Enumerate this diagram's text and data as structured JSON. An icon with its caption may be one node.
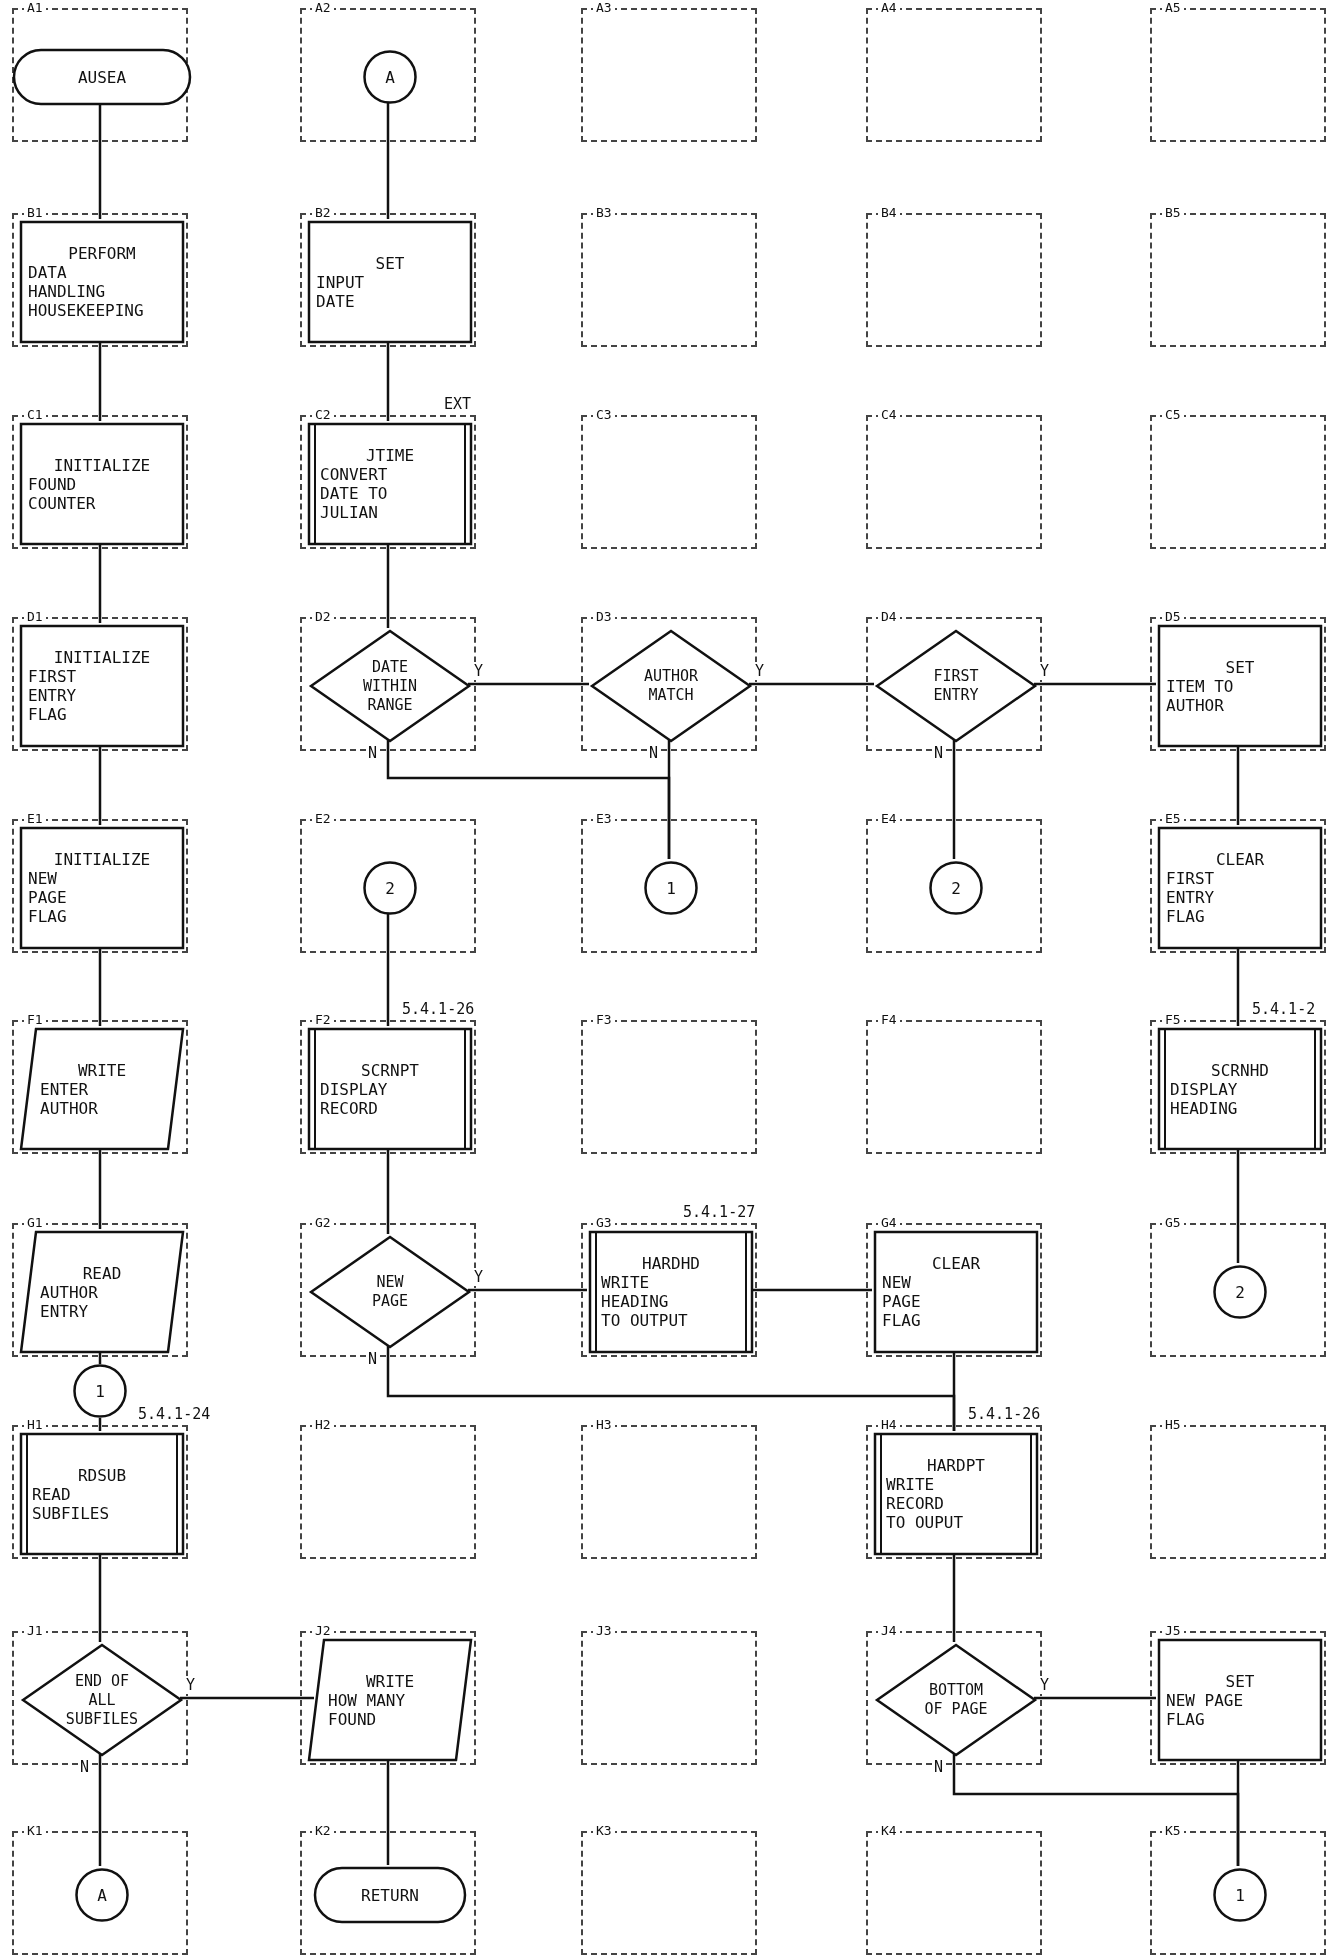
{
  "diagram": {
    "nodes": [
      {
        "text": [
          "A1"
        ]
      },
      {
        "text": [
          "AUSEA"
        ],
        "in": 0
      },
      {
        "text": [
          "A2"
        ]
      },
      {
        "text": [
          "A"
        ],
        "in": 2
      },
      {
        "text": [
          "A3"
        ]
      },
      {
        "text": [
          "A4"
        ]
      },
      {
        "text": [
          "A5"
        ]
      },
      {
        "text": [
          "B1"
        ]
      },
      {
        "text": [
          "PERFORM",
          "DATA HANDLING HOUSEKEEPING"
        ],
        "in": 7
      },
      {
        "text": [
          "B2"
        ]
      },
      {
        "text": [
          "SET",
          "INPUT DATE"
        ],
        "in": 9
      },
      {
        "text": [
          "B3"
        ]
      },
      {
        "text": [
          "B4"
        ]
      },
      {
        "text": [
          "B5"
        ]
      },
      {
        "text": [
          "C1"
        ]
      },
      {
        "text": [
          "INITIALIZE",
          "FOUND COUNTER"
        ],
        "in": 14
      },
      {
        "text": [
          "C2"
        ]
      },
      {
        "text": [
          "JTIME",
          "CONVERT DATE TO JULIAN"
        ],
        "in": 16,
        "beside": [
          "EXT"
        ]
      },
      {
        "text": [
          "C3"
        ]
      },
      {
        "text": [
          "C4"
        ]
      },
      {
        "text": [
          "C5"
        ]
      },
      {
        "text": [
          "D1"
        ]
      },
      {
        "text": [
          "INITIALIZE",
          "FIRST ENTRY FLAG"
        ],
        "in": 21
      },
      {
        "text": [
          "D2"
        ]
      },
      {
        "text": [
          "DATE WITHIN RANGE"
        ],
        "in": 23
      },
      {
        "text": [
          "D3"
        ]
      },
      {
        "text": [
          "AUTHOR MATCH"
        ],
        "in": 25
      },
      {
        "text": [
          "D4"
        ]
      },
      {
        "text": [
          "FIRST ENTRY"
        ],
        "in": 27
      },
      {
        "text": [
          "D5"
        ]
      },
      {
        "text": [
          "SET",
          "ITEM TO AUTHOR"
        ],
        "in": 29
      },
      {
        "text": [
          "E1"
        ]
      },
      {
        "text": [
          "INITIALIZE",
          "NEW PAGE FLAG"
        ],
        "in": 31
      },
      {
        "text": [
          "E2"
        ]
      },
      {
        "text": [
          "2"
        ],
        "in": 33
      },
      {
        "text": [
          "E3"
        ]
      },
      {
        "text": [
          "1"
        ],
        "in": 35
      },
      {
        "text": [
          "E4"
        ]
      },
      {
        "text": [
          "2"
        ],
        "in": 37
      },
      {
        "text": [
          "E5"
        ]
      },
      {
        "text": [
          "CLEAR",
          "FIRST ENTRY FLAG"
        ],
        "in": 39
      },
      {
        "text": [
          "F1"
        ]
      },
      {
        "text": [
          "WRITE",
          "ENTER AUTHOR"
        ],
        "in": 41
      },
      {
        "text": [
          "F2"
        ]
      },
      {
        "text": [
          "SCRNPT",
          "DISPLAY RECORD"
        ],
        "in": 43,
        "beside": [
          "5.4.1-26"
        ]
      },
      {
        "text": [
          "F3"
        ]
      },
      {
        "text": [
          "F4"
        ]
      },
      {
        "text": [
          "F5"
        ]
      },
      {
        "text": [
          "SCRNHD",
          "DISPLAY HEADING"
        ],
        "in": 47,
        "beside": [
          "5.4.1-2"
        ]
      },
      {
        "text": [
          "G1"
        ]
      },
      {
        "text": [
          "READ",
          "AUTHOR ENTRY"
        ],
        "in": 49
      },
      {
        "text": [
          "G2"
        ]
      },
      {
        "text": [
          "NEW PAGE"
        ],
        "in": 51
      },
      {
        "text": [
          "G3"
        ]
      },
      {
        "text": [
          "HARDHD",
          "WRITE HEADING TO OUTPUT"
        ],
        "in": 53,
        "beside": [
          "5.4.1-27"
        ]
      },
      {
        "text": [
          "G4"
        ]
      },
      {
        "text": [
          "CLEAR",
          "NEW PAGE FLAG"
        ],
        "in": 55
      },
      {
        "text": [
          "G5"
        ]
      },
      {
        "text": [
          "2"
        ],
        "in": 57
      },
      {
        "text": [
          "1"
        ]
      },
      {
        "text": [
          "H1"
        ]
      },
      {
        "text": [
          "RDSUB",
          "READ SUBFILES"
        ],
        "in": 60,
        "beside": [
          "5.4.1-24"
        ]
      },
      {
        "text": [
          "H2"
        ]
      },
      {
        "text": [
          "H3"
        ]
      },
      {
        "text": [
          "H4"
        ]
      },
      {
        "text": [
          "HARDPT",
          "WRITE RECORD TO OUPUT"
        ],
        "in": 64,
        "beside": [
          "5.4.1-26"
        ]
      },
      {
        "text": [
          "H5"
        ]
      },
      {
        "text": [
          "J1"
        ]
      },
      {
        "text": [
          "END OF ALL SUBFILES"
        ],
        "in": 67
      },
      {
        "text": [
          "J2"
        ]
      },
      {
        "text": [
          "WRITE",
          "HOW MANY FOUND"
        ],
        "in": 69
      },
      {
        "text": [
          "J3"
        ]
      },
      {
        "text": [
          "J4"
        ]
      },
      {
        "text": [
          "BOTTOM OF PAGE"
        ],
        "in": 72
      },
      {
        "text": [
          "J5"
        ]
      },
      {
        "text": [
          "SET",
          "NEW PAGE FLAG"
        ],
        "in": 74
      },
      {
        "text": [
          "K1"
        ]
      },
      {
        "text": [
          "A"
        ],
        "in": 76
      },
      {
        "text": [
          "K2"
        ]
      },
      {
        "text": [
          "RETURN"
        ],
        "in": 78
      },
      {
        "text": [
          "K3"
        ]
      },
      {
        "text": [
          "K4"
        ]
      },
      {
        "text": [
          "K5"
        ]
      },
      {
        "text": [
          "1"
        ],
        "in": 82
      }
    ],
    "edges": [
      {
        "from": 1,
        "to": 8,
        "arrow": "none"
      },
      {
        "from": 8,
        "to": 15,
        "arrow": "none"
      },
      {
        "from": 15,
        "to": 22,
        "arrow": "none"
      },
      {
        "from": 22,
        "to": 32,
        "arrow": "none"
      },
      {
        "from": 32,
        "to": 42,
        "arrow": "none"
      },
      {
        "from": 42,
        "to": 50,
        "arrow": "none"
      },
      {
        "from": 50,
        "to": 59,
        "arrow": "none"
      },
      {
        "from": 59,
        "to": 61,
        "arrow": "none"
      },
      {
        "from": 61,
        "to": 68,
        "arrow": "none"
      },
      {
        "from": 68,
        "to": 70,
        "arrow": "none",
        "label": "Y"
      },
      {
        "from": 68,
        "to": 77,
        "arrow": "none",
        "label": "N"
      },
      {
        "from": 70,
        "to": 79,
        "arrow": "none"
      },
      {
        "from": 3,
        "to": 10,
        "arrow": "none"
      },
      {
        "from": 10,
        "to": 17,
        "arrow": "none"
      },
      {
        "from": 17,
        "to": 24,
        "arrow": "none"
      },
      {
        "from": 24,
        "to": 26,
        "arrow": "none",
        "label": "Y"
      },
      {
        "from": 26,
        "to": 28,
        "arrow": "none",
        "label": "Y"
      },
      {
        "from": 28,
        "to": 30,
        "arrow": "none",
        "label": "Y"
      },
      {
        "from": 24,
        "to": 36,
        "arrow": "none",
        "label": "N"
      },
      {
        "from": 26,
        "to": 36,
        "arrow": "none",
        "label": "N"
      },
      {
        "from": 28,
        "to": 38,
        "arrow": "none",
        "label": "N"
      },
      {
        "from": 30,
        "to": 40,
        "arrow": "none"
      },
      {
        "from": 40,
        "to": 48,
        "arrow": "none"
      },
      {
        "from": 48,
        "to": 58,
        "arrow": "none"
      },
      {
        "from": 34,
        "to": 44,
        "arrow": "none"
      },
      {
        "from": 44,
        "to": 52,
        "arrow": "none"
      },
      {
        "from": 52,
        "to": 54,
        "arrow": "none",
        "label": "Y"
      },
      {
        "from": 54,
        "to": 56,
        "arrow": "none"
      },
      {
        "from": 52,
        "to": 65,
        "arrow": "none",
        "label": "N"
      },
      {
        "from": 56,
        "to": 65,
        "arrow": "none"
      },
      {
        "from": 65,
        "to": 73,
        "arrow": "none"
      },
      {
        "from": 73,
        "to": 75,
        "arrow": "none",
        "label": "Y"
      },
      {
        "from": 73,
        "to": 83,
        "arrow": "none",
        "label": "N"
      },
      {
        "from": 75,
        "to": 83,
        "arrow": "none"
      }
    ]
  }
}
